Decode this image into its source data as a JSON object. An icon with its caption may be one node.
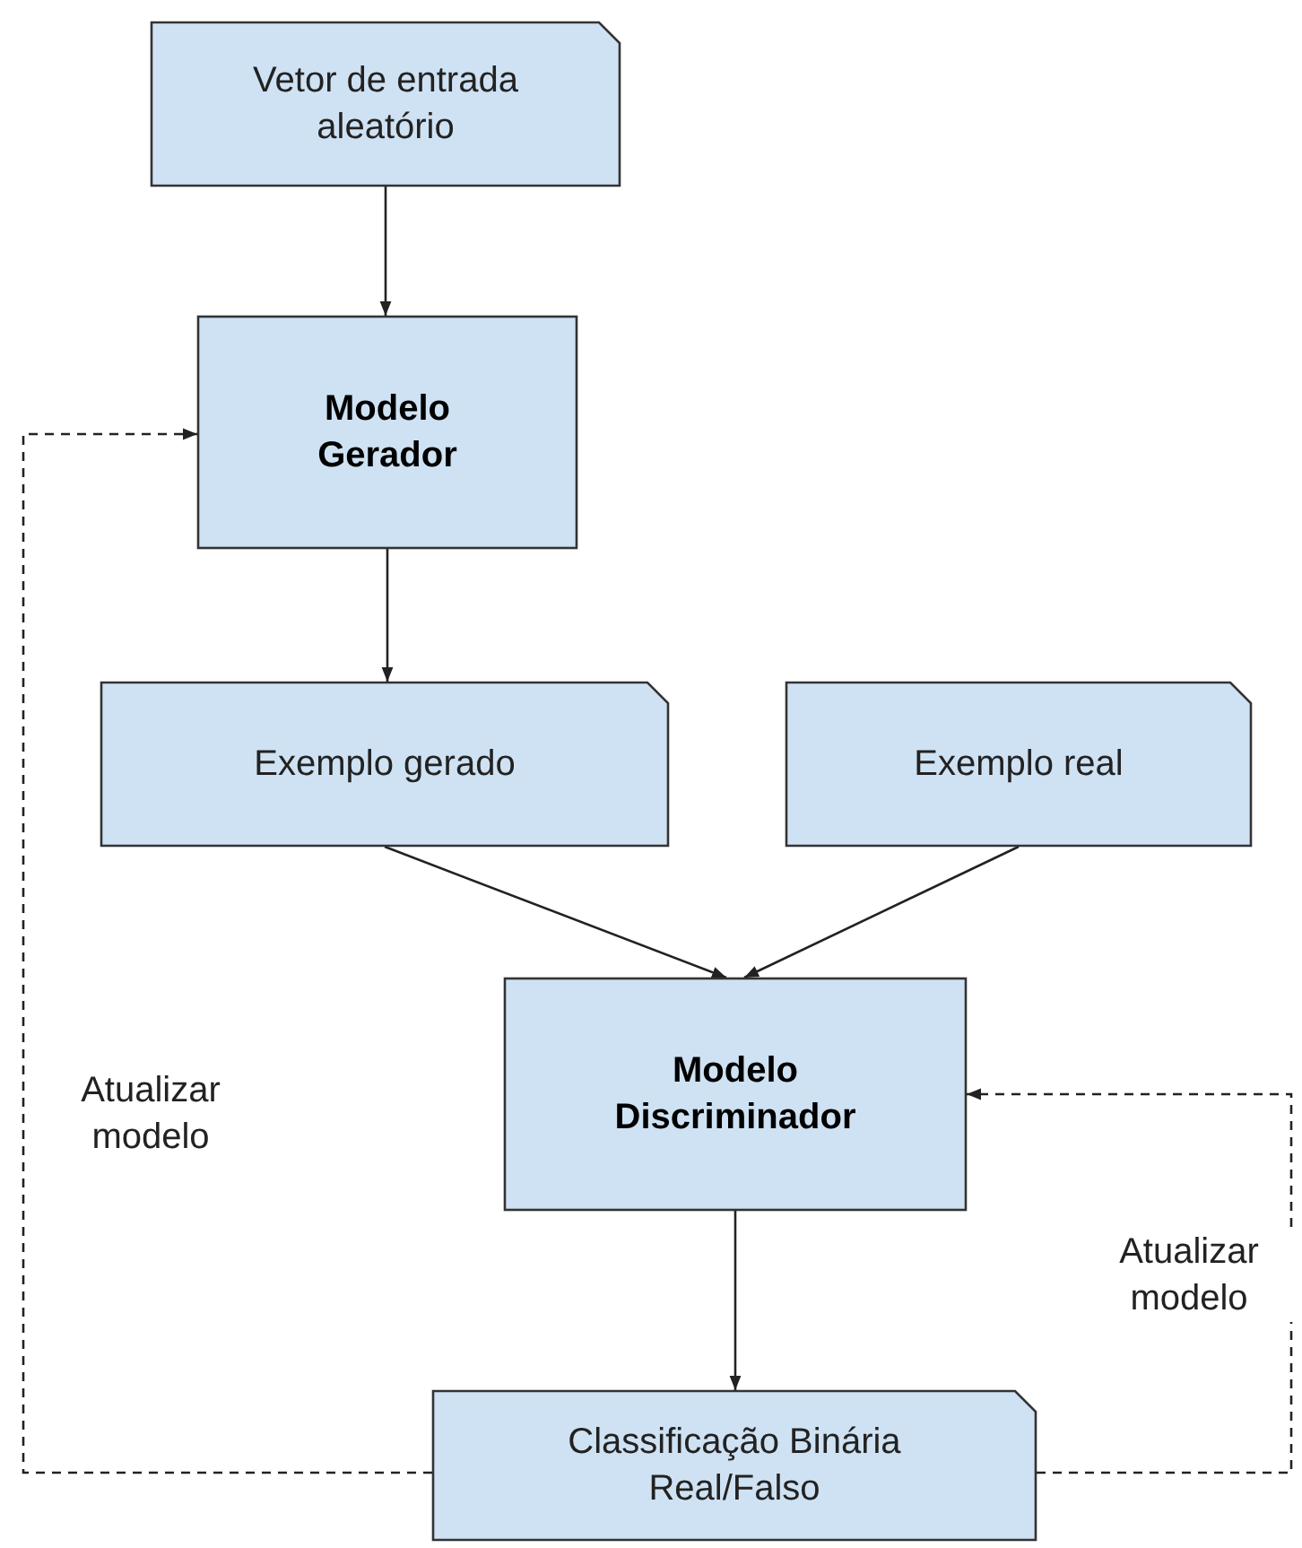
{
  "diagram": {
    "nodes": [
      {
        "text": [
          "Vetor de entrada aleatório"
        ]
      },
      {
        "text": [
          "Modelo Gerador"
        ]
      },
      {
        "text": [
          "Exemplo gerado"
        ]
      },
      {
        "text": [
          "Exemplo real"
        ]
      },
      {
        "text": [
          "Modelo Discriminador"
        ]
      },
      {
        "text": [
          "Classificação Binária Real/Falso"
        ]
      }
    ],
    "edges": [
      {
        "from": 0,
        "to": 1,
        "arrow": "to"
      },
      {
        "from": 1,
        "to": 2,
        "arrow": "to"
      },
      {
        "from": 2,
        "to": 4,
        "arrow": "to"
      },
      {
        "from": 3,
        "to": 4,
        "arrow": "to"
      },
      {
        "from": 4,
        "to": 5,
        "arrow": "to"
      },
      {
        "from": 5,
        "to": 1,
        "arrow": "to",
        "style": "dashed",
        "label": "Atualizar modelo"
      },
      {
        "from": 5,
        "to": 4,
        "arrow": "to",
        "style": "dashed",
        "label": "Atualizar modelo"
      }
    ]
  }
}
